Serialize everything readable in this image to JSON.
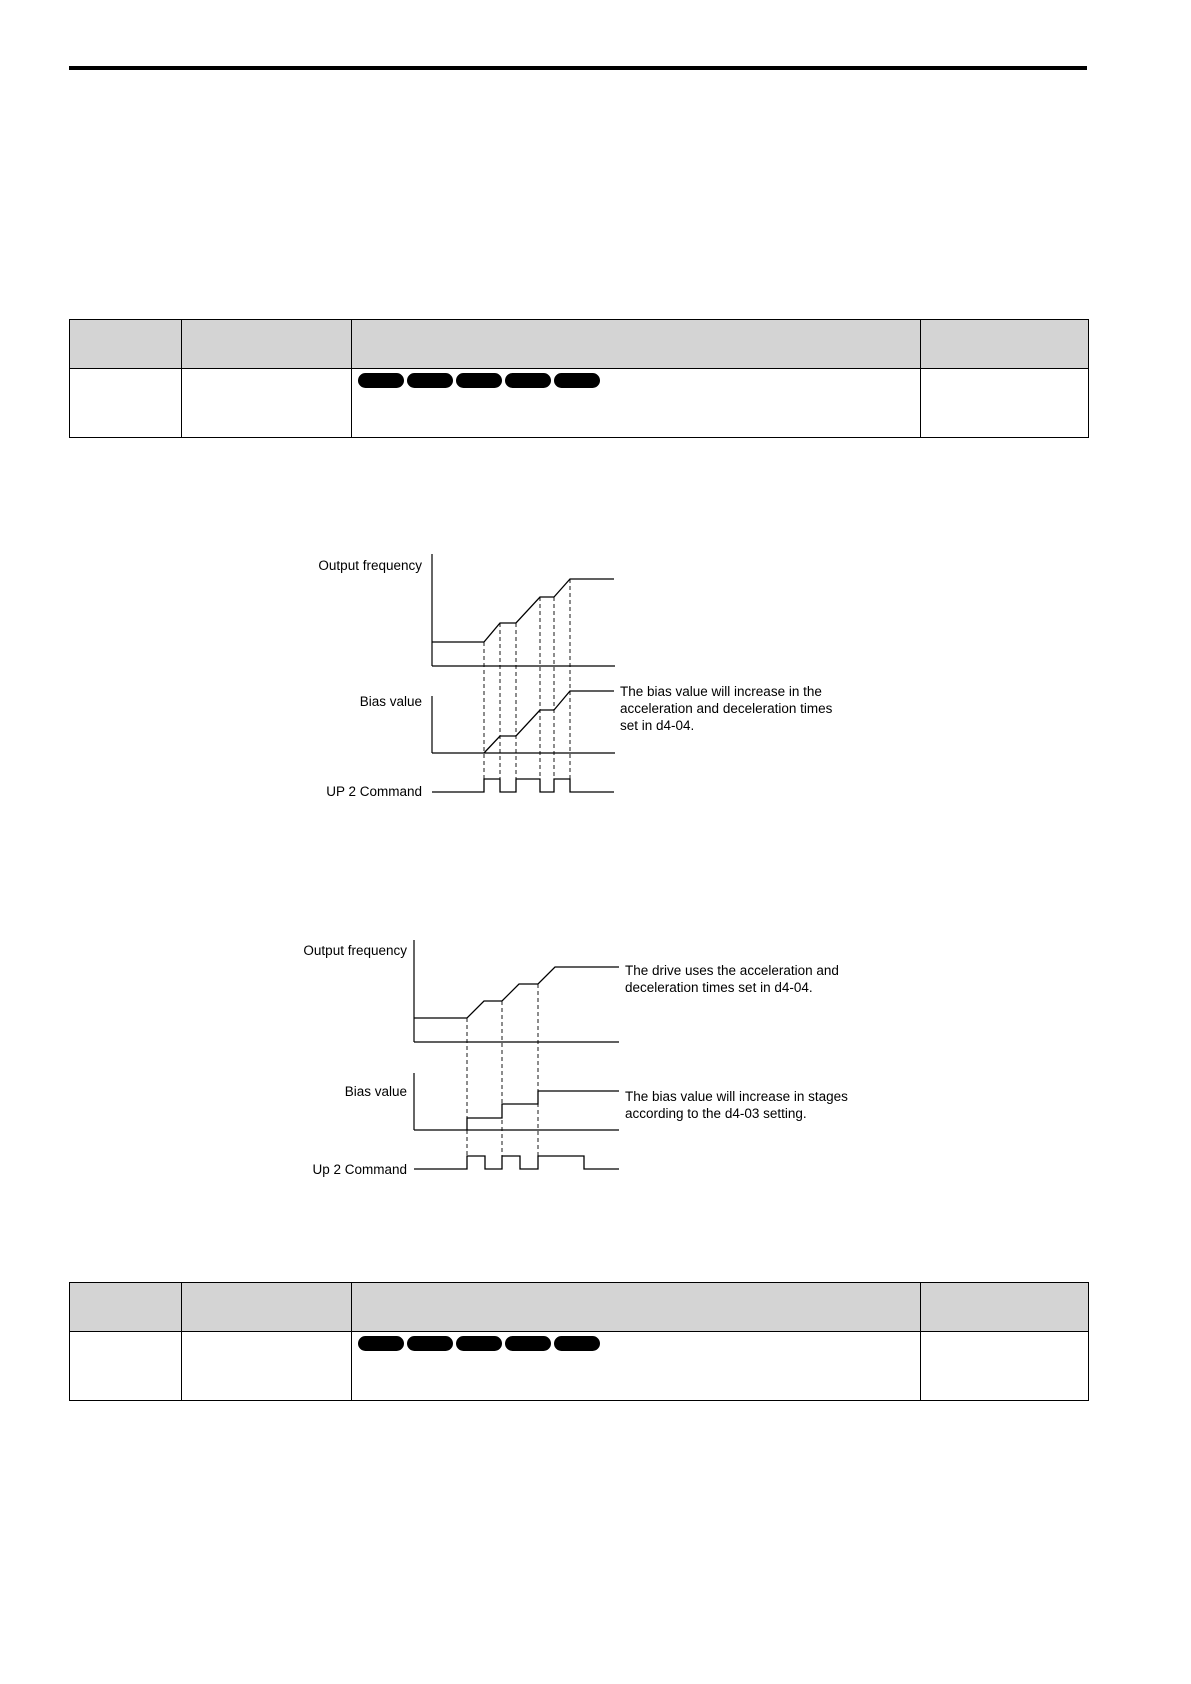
{
  "diagram1": {
    "output_frequency_label": "Output frequency",
    "bias_value_label": "Bias value",
    "command_label": "UP 2 Command",
    "note_lines": [
      "The bias value will increase in the",
      "acceleration and deceleration times",
      "set in d4-04."
    ]
  },
  "diagram2": {
    "output_frequency_label": "Output frequency",
    "bias_value_label": "Bias value",
    "command_label": "Up 2 Command",
    "note1_lines": [
      "The drive uses the acceleration and",
      "deceleration times set in d4-04."
    ],
    "note2_lines": [
      "The bias value will increase in stages",
      "according to the d4-03 setting."
    ]
  }
}
